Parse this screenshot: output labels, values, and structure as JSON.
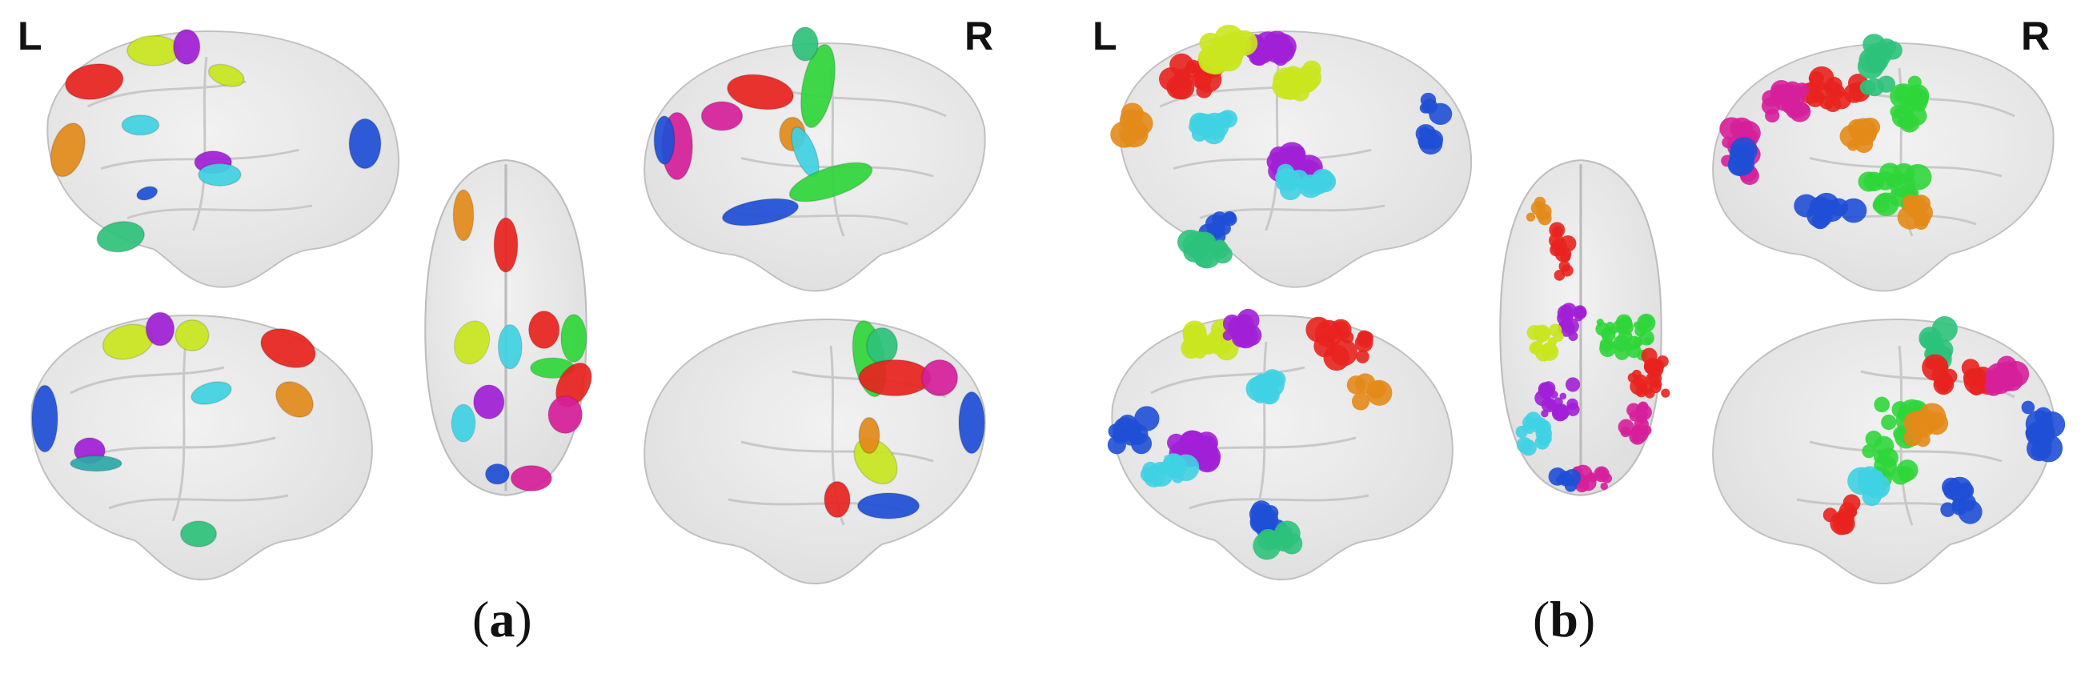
{
  "panels": [
    {
      "id": "a",
      "caption_open": "(",
      "caption_letter": "a",
      "caption_close": ")",
      "left_label": "L",
      "right_label": "R",
      "style": "solid-blobs"
    },
    {
      "id": "b",
      "caption_open": "(",
      "caption_letter": "b",
      "caption_close": ")",
      "left_label": "L",
      "right_label": "R",
      "style": "voxel-clusters"
    }
  ],
  "colors": {
    "brain_fill": "#dcdcdc",
    "brain_stroke": "#bdbdbd",
    "red": "#e8231f",
    "yellow_green": "#c9e61e",
    "violet": "#a11fd6",
    "orange": "#e38a1a",
    "cyan": "#3fd2e3",
    "teal": "#2ea8a8",
    "blue": "#1f4fd6",
    "green": "#2fd63a",
    "magenta": "#d61f9a",
    "sea_green": "#2ec27a"
  }
}
